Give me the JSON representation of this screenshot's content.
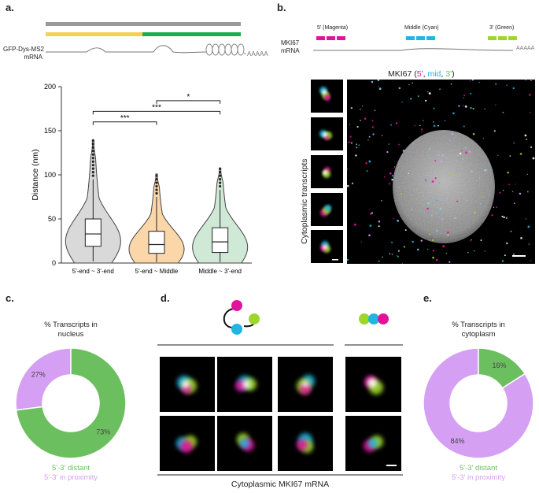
{
  "panel_labels": {
    "a": "a.",
    "b": "b.",
    "c": "c.",
    "d": "d.",
    "e": "e."
  },
  "panel_a": {
    "construct_label": "GFP-Dys-MS2\nmRNA",
    "polya": "AAAAA"
  },
  "panel_b": {
    "segments": [
      "5' (Magenta)",
      "Middle (Cyan)",
      "3' (Green)"
    ],
    "construct_label": "MKI67\nmRNA",
    "polya": "AAAAA",
    "image_title_prefix": "MKI67 (",
    "image_title_5": "5'",
    "image_title_sep1": ", ",
    "image_title_mid": "mid",
    "image_title_sep2": ", ",
    "image_title_3": "3'",
    "image_title_suffix": ")",
    "side_label": "Cytoplasmic transcripts"
  },
  "panel_c": {
    "title": "% Transcripts in\nnucleus",
    "legend_distant": "5'-3' distant",
    "legend_proximity": "5'-3' in proximity"
  },
  "panel_d": {
    "bottom_label": "Cytoplasmic MKI67 mRNA"
  },
  "panel_e": {
    "title": "% Transcripts in\ncytoplasm",
    "legend_distant": "5'-3' distant",
    "legend_proximity": "5'-3' in proximity"
  },
  "colors": {
    "distant": "#6cbf5f",
    "proximity": "#d59ff3",
    "magenta": "#e0149b",
    "cyan": "#21b5e1",
    "green": "#9dd62a",
    "yellow": "#f6cf57",
    "darkgreen": "#1faa4d"
  },
  "chart_data": [
    {
      "type": "violin",
      "ylabel": "Distance (nm)",
      "ylim": [
        0,
        200
      ],
      "yticks": [
        0,
        50,
        100,
        150,
        200
      ],
      "categories": [
        "5'-end ~ 3'-end",
        "5'-end ~ Middle",
        "Middle ~ 3'-end"
      ],
      "fill_colors": [
        "#d9d9d9",
        "#fbd6a8",
        "#cfe9d6"
      ],
      "boxes": [
        {
          "q1": 19,
          "median": 33,
          "q3": 50,
          "lower": 2,
          "upper": 95,
          "max": 139
        },
        {
          "q1": 11,
          "median": 21,
          "q3": 36,
          "lower": 1,
          "upper": 75,
          "max": 101
        },
        {
          "q1": 12,
          "median": 24,
          "q3": 40,
          "lower": 1,
          "upper": 83,
          "max": 107
        }
      ],
      "significance": [
        {
          "pair": [
            0,
            1
          ],
          "label": "***",
          "y": 160
        },
        {
          "pair": [
            0,
            2
          ],
          "label": "***",
          "y": 172
        },
        {
          "pair": [
            1,
            2
          ],
          "label": "*",
          "y": 184
        }
      ]
    },
    {
      "type": "pie",
      "title": "% Transcripts in nucleus",
      "slices": [
        {
          "label": "5'-3' distant",
          "value": 73,
          "text": "73%"
        },
        {
          "label": "5'-3' in proximity",
          "value": 27,
          "text": "27%"
        }
      ]
    },
    {
      "type": "pie",
      "title": "% Transcripts in cytoplasm",
      "slices": [
        {
          "label": "5'-3' distant",
          "value": 16,
          "text": "16%"
        },
        {
          "label": "5'-3' in proximity",
          "value": 84,
          "text": "84%"
        }
      ]
    }
  ]
}
